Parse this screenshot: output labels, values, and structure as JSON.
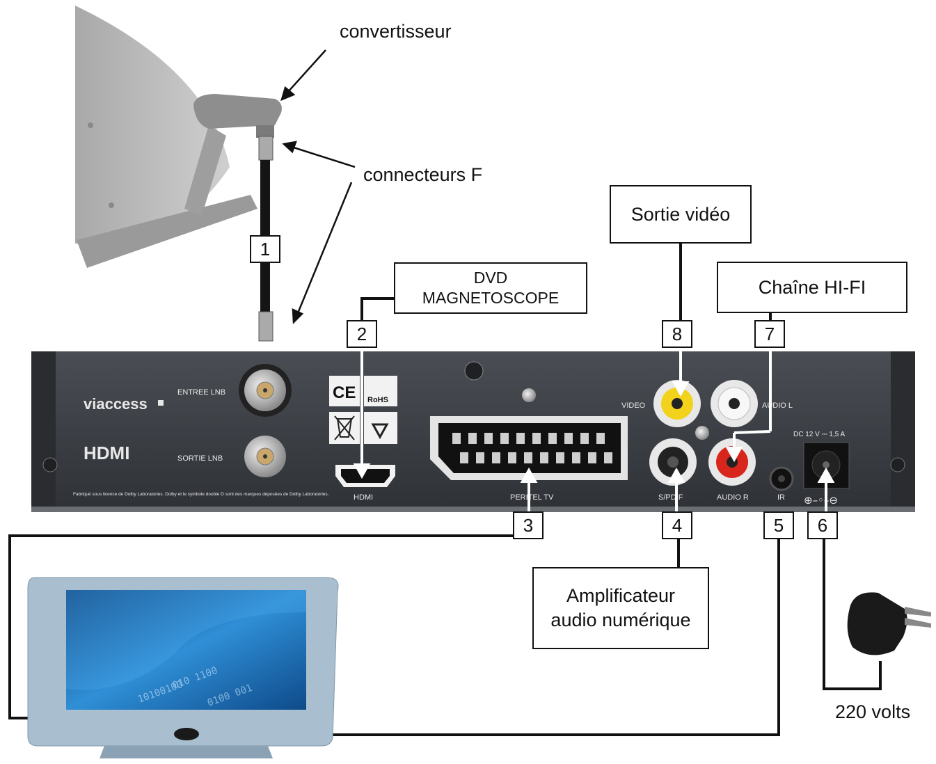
{
  "callouts": {
    "converter": "convertisseur",
    "f_connectors": "connecteurs F",
    "power": "220 volts"
  },
  "boxes": {
    "dvd": "DVD\nMAGNETOSCOPE",
    "video_out": "Sortie vidéo",
    "hifi": "Chaîne HI-FI",
    "amplifier": "Amplificateur\naudio numérique"
  },
  "numbers": [
    "1",
    "2",
    "3",
    "4",
    "5",
    "6",
    "7",
    "8"
  ],
  "panel": {
    "brand": "viaccess",
    "hdmi_logo": "HDMI",
    "lnb_in": "ENTREE LNB",
    "lnb_out": "SORTIE LNB",
    "hdmi_port": "HDMI",
    "scart": "PERITEL TV",
    "video": "VIDEO",
    "audio_l": "AUDIO L",
    "audio_r": "AUDIO R",
    "spdif": "S/PDIF",
    "ir": "IR",
    "dc": "DC 12 V ⎓ 1,5 A",
    "ce": "CE",
    "rohs": "RoHS",
    "dolby_note": "Fabriqué sous licence de Dolby Laboratories. Dolby et le symbole double D sont des marques déposées de Dolby Laboratories."
  },
  "colors": {
    "panel": "#3a3d42",
    "cable": "#111111",
    "rca_yellow": "#f2d21b",
    "rca_red": "#d8261c",
    "rca_white": "#f4f4f4",
    "dish": "#bdbdbd",
    "tv_frame": "#9fb4c4",
    "tv_screen": "#1f6fb4"
  }
}
